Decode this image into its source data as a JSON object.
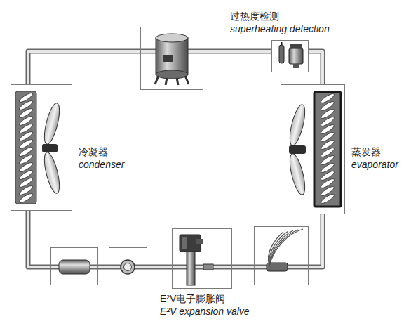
{
  "diagram": {
    "nodes": [
      {
        "text": []
      },
      {
        "text": [
          "过热度检测",
          "superheating detection"
        ]
      },
      {
        "text": [
          "冷凝器",
          "condenser"
        ]
      },
      {
        "text": [
          "蒸发器",
          "evaporator"
        ]
      },
      {
        "text": []
      },
      {
        "text": []
      },
      {
        "text": [
          "E²V电子膨胀阀",
          "E²V expansion valve"
        ]
      },
      {
        "text": []
      }
    ],
    "edges": [
      {
        "from": 0,
        "to": 2,
        "arrow": "none"
      },
      {
        "from": 2,
        "to": 4,
        "arrow": "none"
      },
      {
        "from": 4,
        "to": 5,
        "arrow": "none"
      },
      {
        "from": 5,
        "to": 6,
        "arrow": "none"
      },
      {
        "from": 6,
        "to": 7,
        "arrow": "none"
      },
      {
        "from": 7,
        "to": 3,
        "arrow": "none"
      },
      {
        "from": 3,
        "to": 1,
        "arrow": "none"
      },
      {
        "from": 1,
        "to": 0,
        "arrow": "none"
      }
    ]
  }
}
